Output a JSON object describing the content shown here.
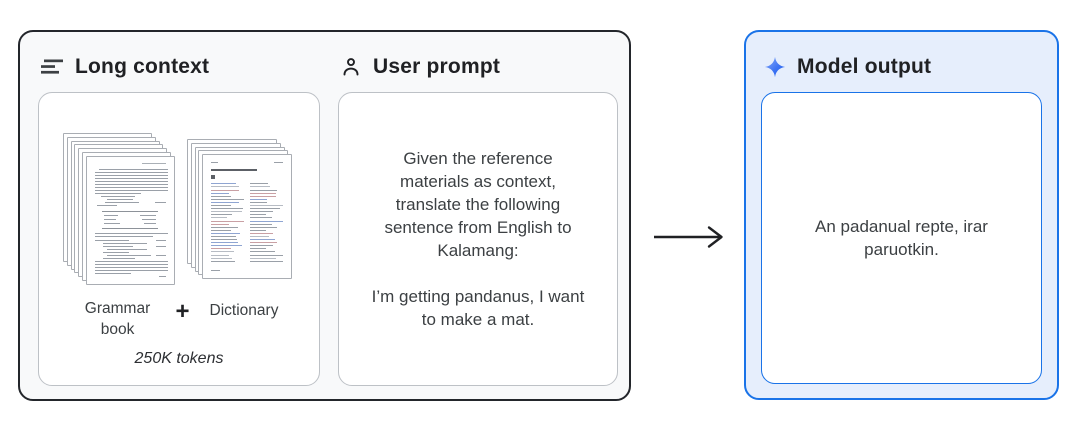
{
  "panels": {
    "context": {
      "header": "Long context",
      "grammar_label": "Grammar book",
      "plus": "+",
      "dictionary_label": "Dictionary",
      "tokens_note": "250K tokens"
    },
    "prompt": {
      "header": "User prompt",
      "instruction": "Given the reference materials as context, translate the following sentence from English to Kalamang:",
      "sentence": "I’m getting pandanus, I want to make a mat."
    },
    "output": {
      "header": "Model output",
      "text": "An padanual repte, irar paruotkin."
    }
  },
  "icons": {
    "context": "lines-icon",
    "prompt": "person-icon",
    "output": "sparkle-icon",
    "connector": "arrow-right-icon"
  },
  "colors": {
    "accent_blue": "#1a73e8",
    "output_panel_bg": "#e6eefc",
    "outer_border_dark": "#23262b",
    "inner_border_gray": "#bdc1c6",
    "header_text": "#202124",
    "body_text": "#3c4043"
  }
}
